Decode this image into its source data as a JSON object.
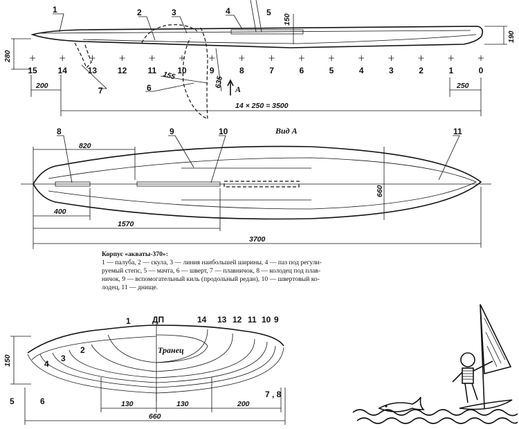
{
  "side_view": {
    "station_labels": [
      "15",
      "14",
      "13",
      "12",
      "11",
      "10",
      "9",
      "8",
      "7",
      "6",
      "5",
      "4",
      "3",
      "2",
      "1",
      "0"
    ],
    "part_labels": [
      "1",
      "2",
      "3",
      "4",
      "5",
      "6",
      "7"
    ],
    "dims": {
      "height_280": "280",
      "height_190": "190",
      "height_150": "150",
      "left_200": "200",
      "right_250": "250",
      "total": "14 × 250 = 3500",
      "angle_155": "155",
      "fin_635": "635"
    },
    "view_arrow_label": "A"
  },
  "plan_view": {
    "title": "Вид А",
    "part_labels": [
      "8",
      "9",
      "10",
      "11"
    ],
    "dims": {
      "d820": "820",
      "d660": "660",
      "d400": "400",
      "d1570": "1570",
      "d3700": "3700"
    }
  },
  "caption": {
    "title": "Корпус «акваты-370»:",
    "lines": [
      "1 — палуба, 2 — скула, 3 — линия наибольшей ширины, 4 — паз под регули-",
      "руемый степс, 5 — мачта, 6 — шверт, 7 — плавничок, 8 — колодец под плав-",
      "ничок, 9 — вспомогательный киль (продольный редан), 10 — швертовый ко-",
      "лодец, 11 — днище."
    ]
  },
  "body_plan": {
    "top_label": "ДП",
    "transom_label": "Транец",
    "part_labels": [
      "1",
      "2",
      "3",
      "4",
      "5",
      "6",
      "14",
      "13",
      "12",
      "11",
      "10",
      "9",
      "7 , 8"
    ],
    "dims": {
      "h150": "150",
      "w130a": "130",
      "w130b": "130",
      "w200": "200",
      "w660": "660"
    }
  }
}
